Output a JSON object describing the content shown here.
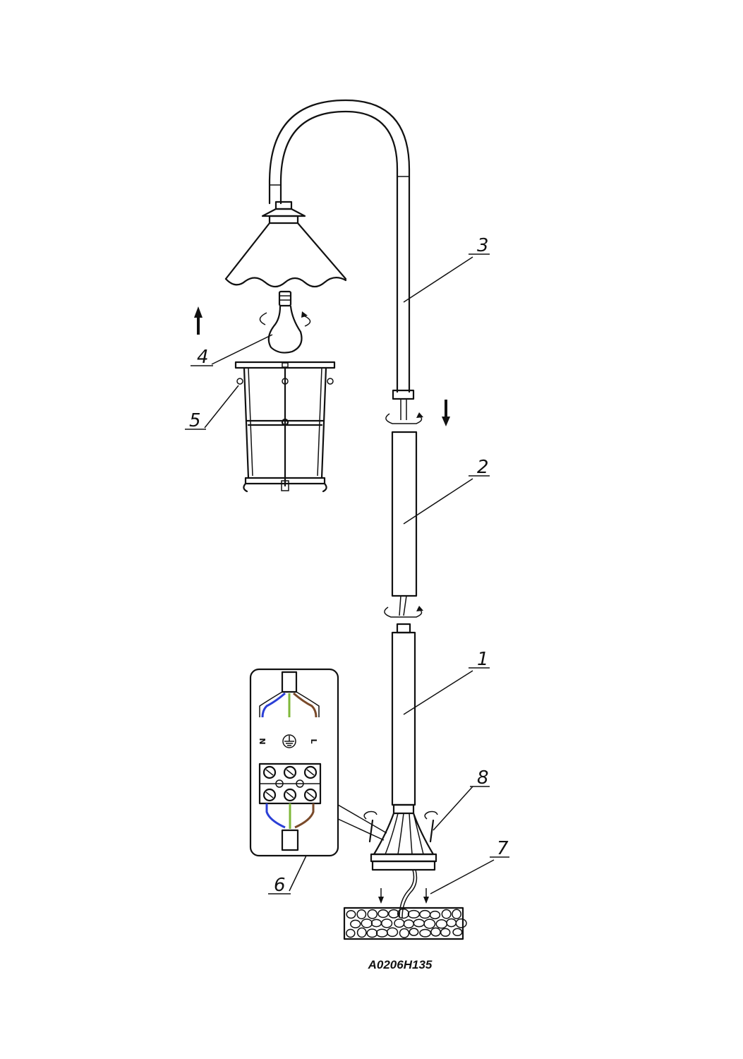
{
  "callouts": [
    {
      "id": "1",
      "label": "1"
    },
    {
      "id": "2",
      "label": "2"
    },
    {
      "id": "3",
      "label": "3"
    },
    {
      "id": "4",
      "label": "4"
    },
    {
      "id": "5",
      "label": "5"
    },
    {
      "id": "6",
      "label": "6"
    },
    {
      "id": "7",
      "label": "7"
    },
    {
      "id": "8",
      "label": "8"
    }
  ],
  "terminal_labels": {
    "neutral": "N",
    "live": "L"
  },
  "model_code": "A0206H135",
  "colors": {
    "line": "#111111",
    "wire_neutral": "#2b3fd6",
    "wire_earth": "#7fb83a",
    "wire_live": "#7a4a2a"
  },
  "icons": [
    "up-arrow-icon",
    "down-arrow-icon",
    "rotate-icon",
    "earth-ground-icon",
    "screw-icon"
  ]
}
